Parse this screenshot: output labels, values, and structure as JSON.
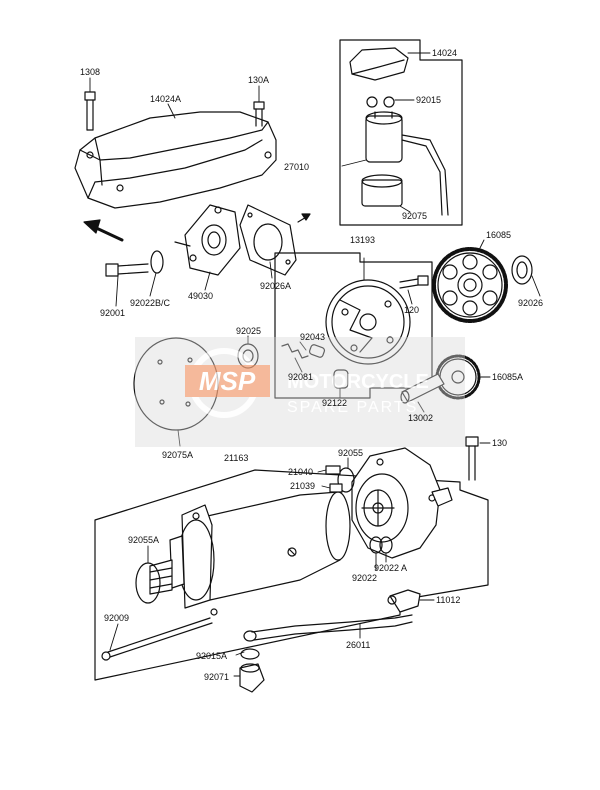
{
  "diagram": {
    "part_labels": {
      "p1308": "1308",
      "p14024A": "14024A",
      "p130A": "130A",
      "p14024": "14024",
      "p92015": "92015",
      "p27010": "27010",
      "p92075": "92075",
      "p13193": "13193",
      "p16085": "16085",
      "p92026": "92026",
      "p120": "120",
      "p92001": "92001",
      "p92022BC": "92022B/C",
      "p49030": "49030",
      "p92026A": "92026A",
      "p92025": "92025",
      "p92043": "92043",
      "p92081": "92081",
      "p92122": "92122",
      "p13002": "13002",
      "p16085A": "16085A",
      "p92075A": "92075A",
      "p21163": "21163",
      "p130": "130",
      "p21040": "21040",
      "p92055": "92055",
      "p21039": "21039",
      "p92055A": "92055A",
      "p92022A": "92022 A",
      "p92022": "92022",
      "p11012": "11012",
      "p92009": "92009",
      "p26011": "26011",
      "p92015A": "92015A",
      "p92071": "92071"
    },
    "watermark": {
      "badge_text": "MSP",
      "line1": "MOTORCYCLE",
      "line2": "SPARE PARTS"
    },
    "colors": {
      "ink": "#111111",
      "watermark_grey": "#c8c8c8",
      "watermark_orange": "#f2a27a"
    }
  }
}
